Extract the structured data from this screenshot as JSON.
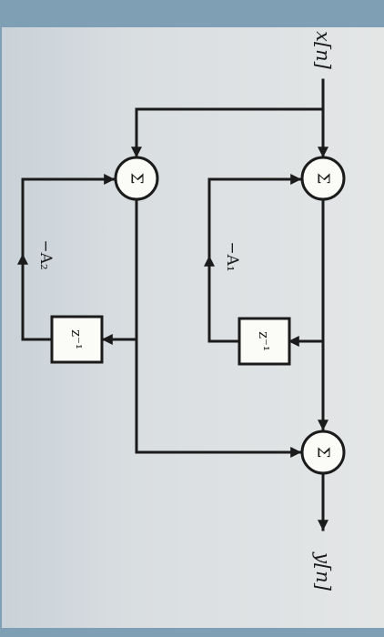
{
  "diagram": {
    "input_label": "x[n]",
    "output_label": "y[n]",
    "sum_symbol": "Σ",
    "delay_label": "z⁻¹",
    "gain_1": "−A₁",
    "gain_2": "−A₂"
  },
  "colors": {
    "background_outer": "#7f9fb5",
    "paper": "#dfe3e4",
    "paper_left_shade": "#c9d2d8",
    "ink": "#1b1b1b",
    "node_fill": "#fbfbf8"
  }
}
